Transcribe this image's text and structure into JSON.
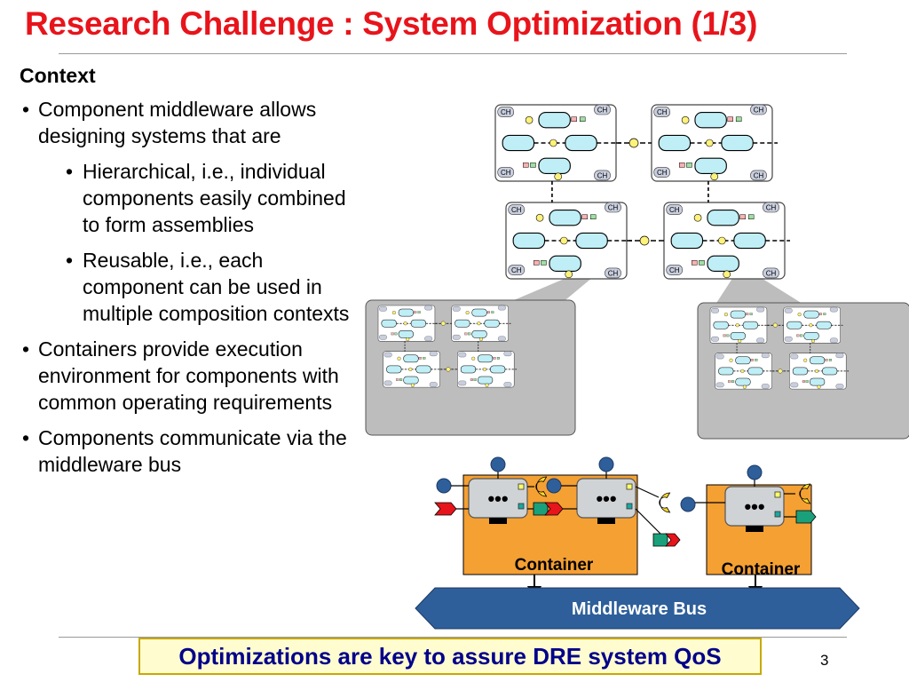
{
  "slide": {
    "title": "Research Challenge : System Optimization (1/3)",
    "page_number": "3"
  },
  "content": {
    "heading": "Context",
    "bullets": [
      "Component middleware allows designing systems that are",
      "Containers provide execution environment for components with common operating requirements",
      "Components communicate via the middleware bus"
    ],
    "sub_bullets": [
      "Hierarchical, i.e., individual components easily combined to form assemblies",
      "Reusable, i.e., each component can be used in multiple composition contexts"
    ]
  },
  "figure": {
    "container_labels": [
      "Container",
      "Container"
    ],
    "bus_label": "Middleware Bus",
    "tag_label": "CH",
    "component_dots": "•••"
  },
  "callout": "Optimizations are key to assure DRE system QoS",
  "colors": {
    "title": "#e8141b",
    "container": "#f5a033",
    "bus": "#2e5f9a",
    "component": "#cfd3d6",
    "callout_bg": "#fffccf"
  }
}
